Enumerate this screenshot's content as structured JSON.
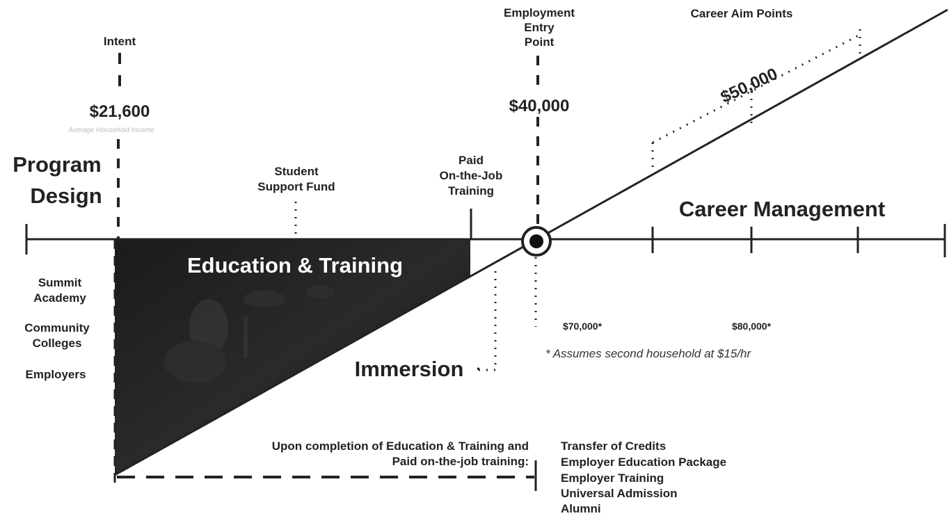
{
  "labels": {
    "intent": "Intent",
    "intent_amount": "$21,600",
    "intent_note": "Average Household Income",
    "employment_entry_line1": "Employment",
    "employment_entry_line2": "Entry",
    "employment_entry_line3": "Point",
    "employment_amount": "$40,000",
    "career_aim_points": "Career Aim Points",
    "aim_amount": "$50,000",
    "program_design_line1": "Program",
    "program_design_line2": "Design",
    "student_support_line1": "Student",
    "student_support_line2": "Support Fund",
    "paid_ojt_line1": "Paid",
    "paid_ojt_line2": "On-the-Job",
    "paid_ojt_line3": "Training",
    "career_management": "Career Management",
    "education_training": "Education & Training",
    "immersion": "Immersion",
    "amount_70k": "$70,000*",
    "amount_80k": "$80,000*",
    "assumption_note": "* Assumes second household at $15/hr",
    "completion_line1": "Upon completion of Education & Training and",
    "completion_line2": "Paid on-the-job training:"
  },
  "partners": [
    "Summit",
    "Academy",
    "Community",
    "Colleges",
    "Employers"
  ],
  "benefits": [
    "Transfer of Credits",
    "Employer Education Package",
    "Employer Training",
    "Universal Admission",
    "Alumni"
  ],
  "colors": {
    "ink": "#222222",
    "fill": "#161616"
  }
}
